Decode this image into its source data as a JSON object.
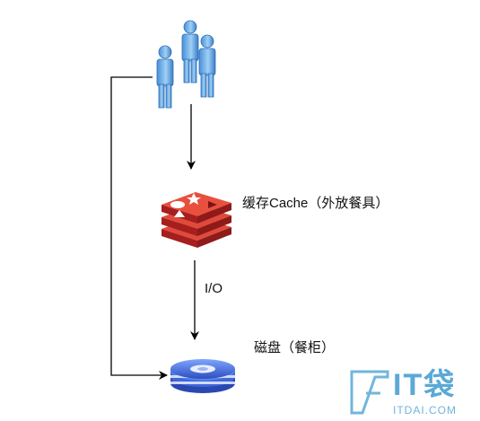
{
  "nodes": {
    "users": {
      "icon": "users-icon"
    },
    "cache": {
      "icon": "redis-icon",
      "label": "缓存Cache（外放餐具）",
      "color": "#c62a2a"
    },
    "disk": {
      "icon": "disk-icon",
      "label": "磁盘（餐柜）",
      "color": "#3a5fc8"
    }
  },
  "edges": {
    "cache_to_disk": {
      "label": "I/O"
    }
  },
  "watermark": {
    "main": "IT袋",
    "sub": "ITDAI.COM",
    "color": "#5aa9d6"
  }
}
